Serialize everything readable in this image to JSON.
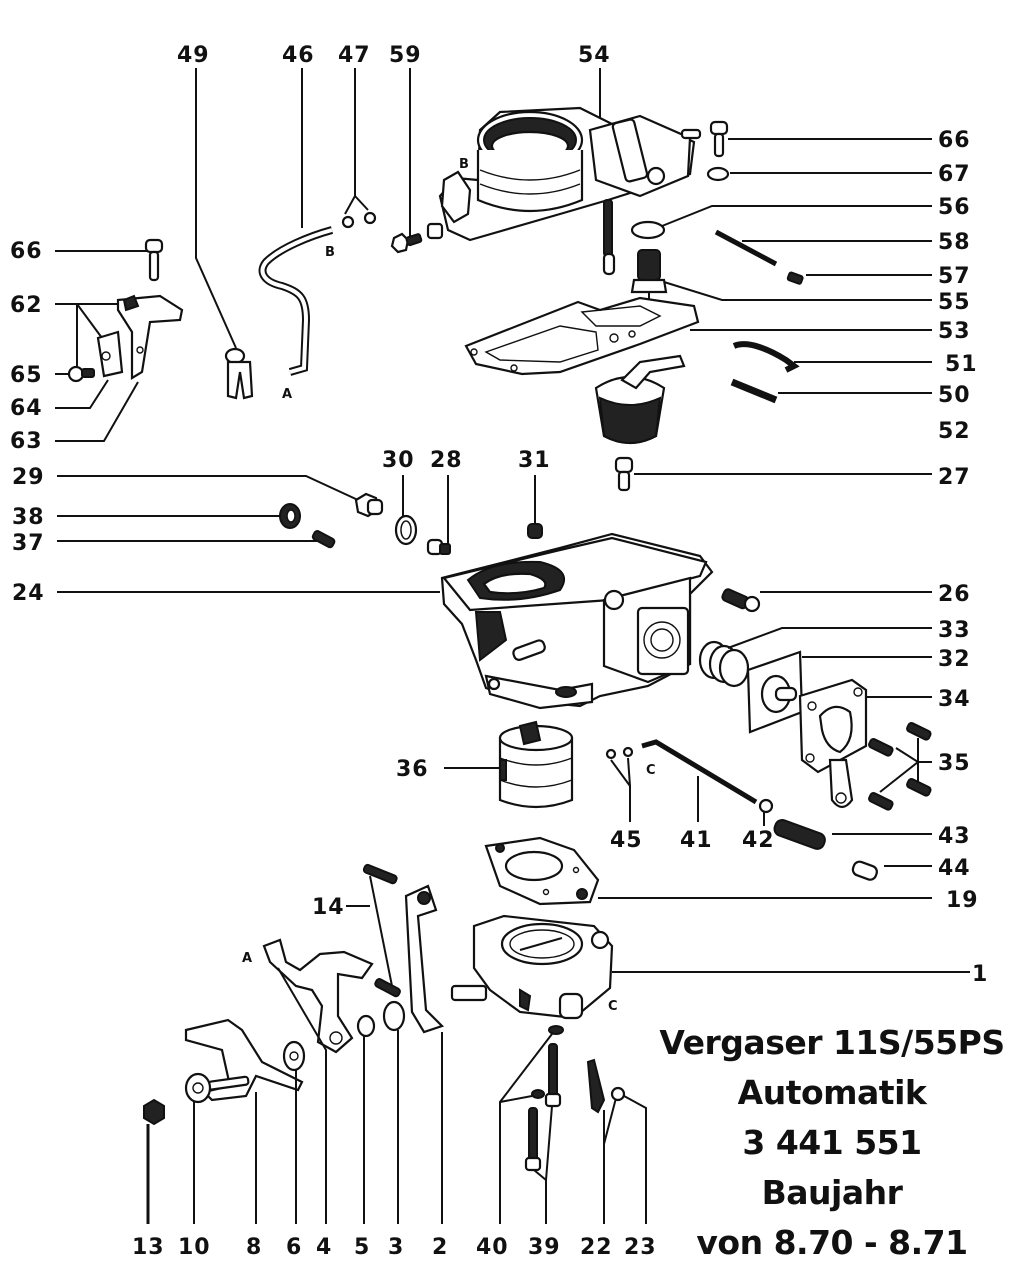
{
  "title_block": {
    "line1": "Vergaser 11S/55PS",
    "line2": "Automatik",
    "line3": "3 441 551",
    "line4": "Baujahr",
    "line5": "von 8.70 - 8.71"
  },
  "markers": {
    "a_top": "A",
    "b_top": "B",
    "b_body": "B",
    "c_mid": "C",
    "a_bottom": "A",
    "c_bottom": "C"
  },
  "callouts": {
    "p1": "1",
    "p2": "2",
    "p3": "3",
    "p4": "4",
    "p5": "5",
    "p6": "6",
    "p8": "8",
    "p10": "10",
    "p13": "13",
    "p14": "14",
    "p19": "19",
    "p22": "22",
    "p23": "23",
    "p24": "24",
    "p26": "26",
    "p27": "27",
    "p28": "28",
    "p29": "29",
    "p30": "30",
    "p31": "31",
    "p32": "32",
    "p33": "33",
    "p34": "34",
    "p35": "35",
    "p36": "36",
    "p37": "37",
    "p38": "38",
    "p39": "39",
    "p40": "40",
    "p41": "41",
    "p42": "42",
    "p43": "43",
    "p44": "44",
    "p45": "45",
    "p46": "46",
    "p47": "47",
    "p49": "49",
    "p50": "50",
    "p51": "51",
    "p52": "52",
    "p53": "53",
    "p54": "54",
    "p55": "55",
    "p56": "56",
    "p57": "57",
    "p58": "58",
    "p59": "59",
    "p62": "62",
    "p63": "63",
    "p64": "64",
    "p65": "65",
    "p66_left": "66",
    "p66_right": "66",
    "p67": "67"
  }
}
